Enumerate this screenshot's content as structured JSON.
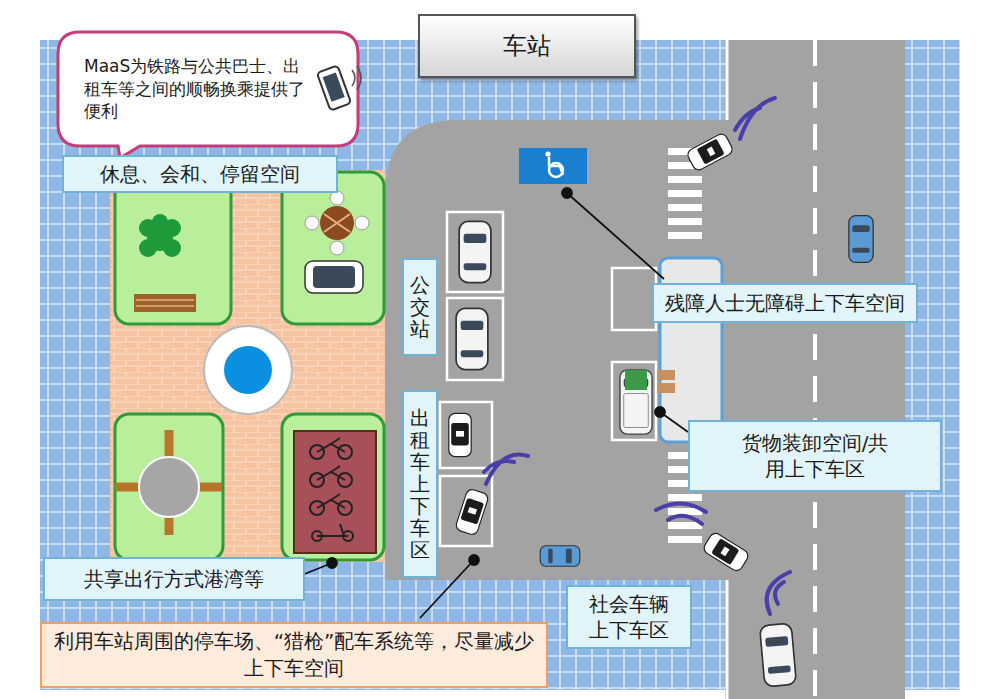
{
  "diagram": {
    "nodes": [
      {
        "text": [
          "车站"
        ]
      },
      {
        "text": [
          "MaaS为铁路与公共巴士、出租车等之间的顺畅换乘提供了便利"
        ]
      },
      {
        "text": [
          "休息、会和、停留空间"
        ]
      },
      {
        "text": [
          "公交站"
        ]
      },
      {
        "text": [
          "出租车上下车区"
        ]
      },
      {
        "text": [
          "残障人士无障碍上下车空间"
        ]
      },
      {
        "text": [
          "货物装卸空间/共用上下车区"
        ]
      },
      {
        "text": [
          "共享出行方式港湾等"
        ]
      },
      {
        "text": [
          "社会车辆上下车区"
        ]
      },
      {
        "text": [
          "利用车站周围的停车场、“猎枪”配车系统等，尽量减少上下车空间"
        ]
      }
    ]
  }
}
